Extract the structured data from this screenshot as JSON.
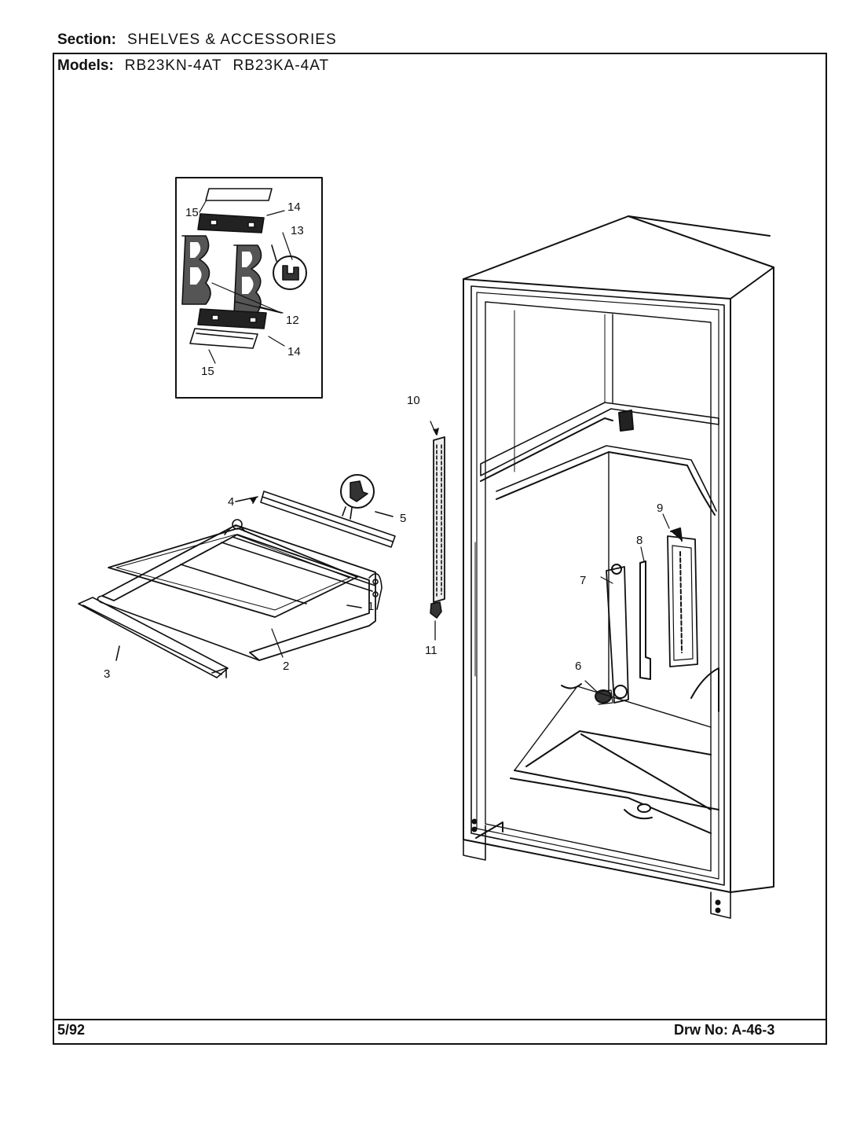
{
  "header": {
    "section_label": "Section:",
    "section_value": "SHELVES & ACCESSORIES",
    "models_label": "Models:",
    "models": [
      "RB23KN-4AT",
      "RB23KA-4AT"
    ]
  },
  "footer": {
    "date": "5/92",
    "drawing_number": "Drw No: A-46-3"
  },
  "callouts": [
    "1",
    "2",
    "3",
    "4",
    "5",
    "6",
    "7",
    "8",
    "9",
    "10",
    "11",
    "12",
    "13",
    "14",
    "15"
  ]
}
